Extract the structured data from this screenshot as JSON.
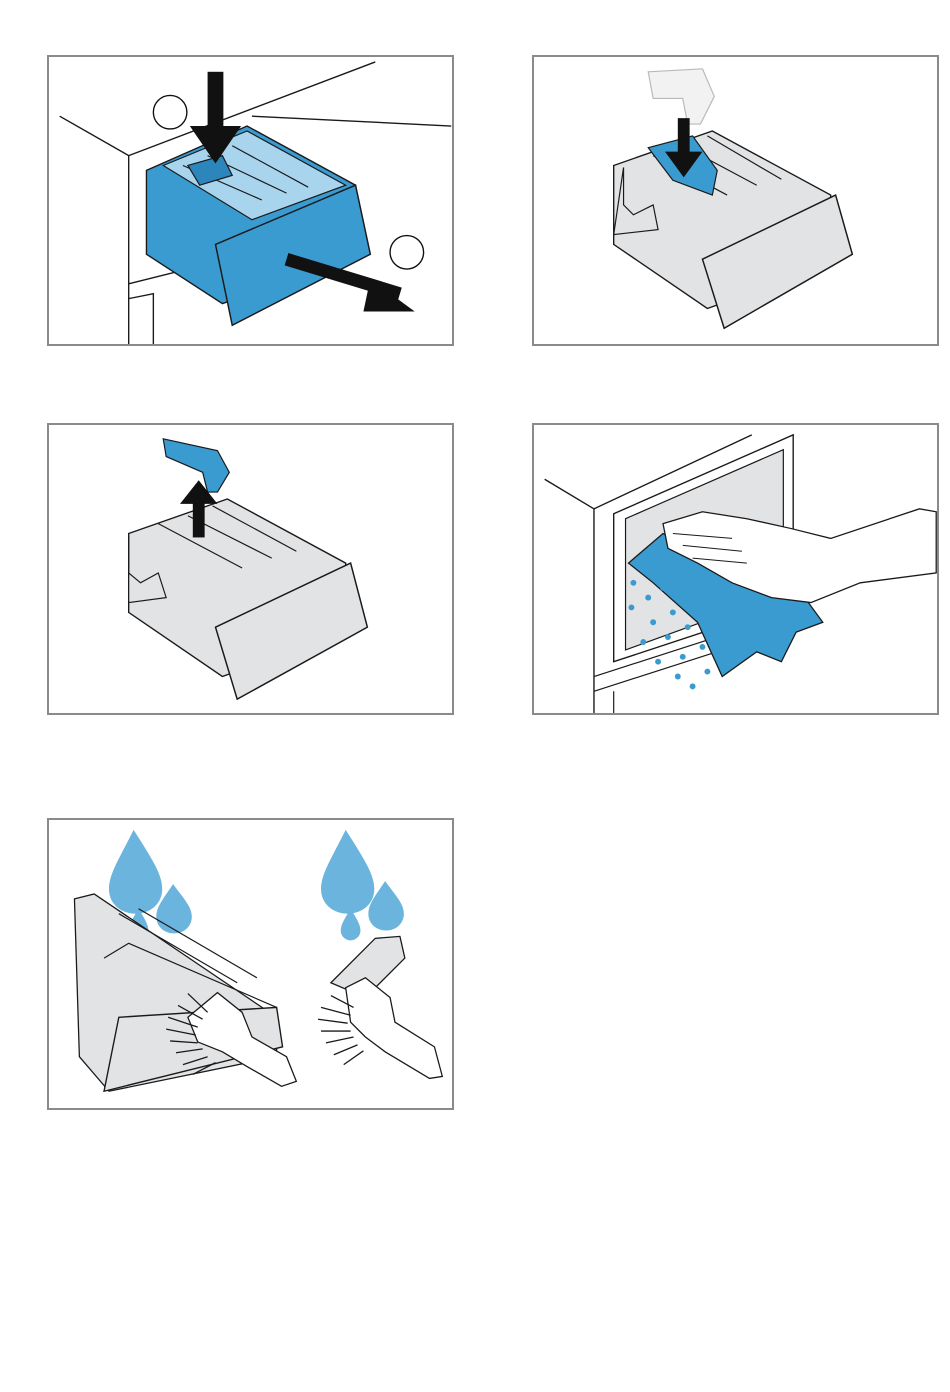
{
  "figures": [
    {
      "id": "p1",
      "step_markers": [
        "",
        ""
      ]
    },
    {
      "id": "p2"
    },
    {
      "id": "p3"
    },
    {
      "id": "p4"
    },
    {
      "id": "p5"
    }
  ],
  "colors": {
    "accent_blue": "#3a9bd0",
    "water_blue": "#6ab4dd",
    "light_blue": "#a8d4ee",
    "panel_border": "#8a8a8a",
    "part_grey": "#e2e3e5",
    "line": "#1a1a1a"
  },
  "icons": [
    "push-down-arrow-icon",
    "pull-out-arrow-icon",
    "lift-up-arrow-icon",
    "water-drop-icon",
    "brush-icon",
    "hand-icon",
    "cloth-icon"
  ]
}
